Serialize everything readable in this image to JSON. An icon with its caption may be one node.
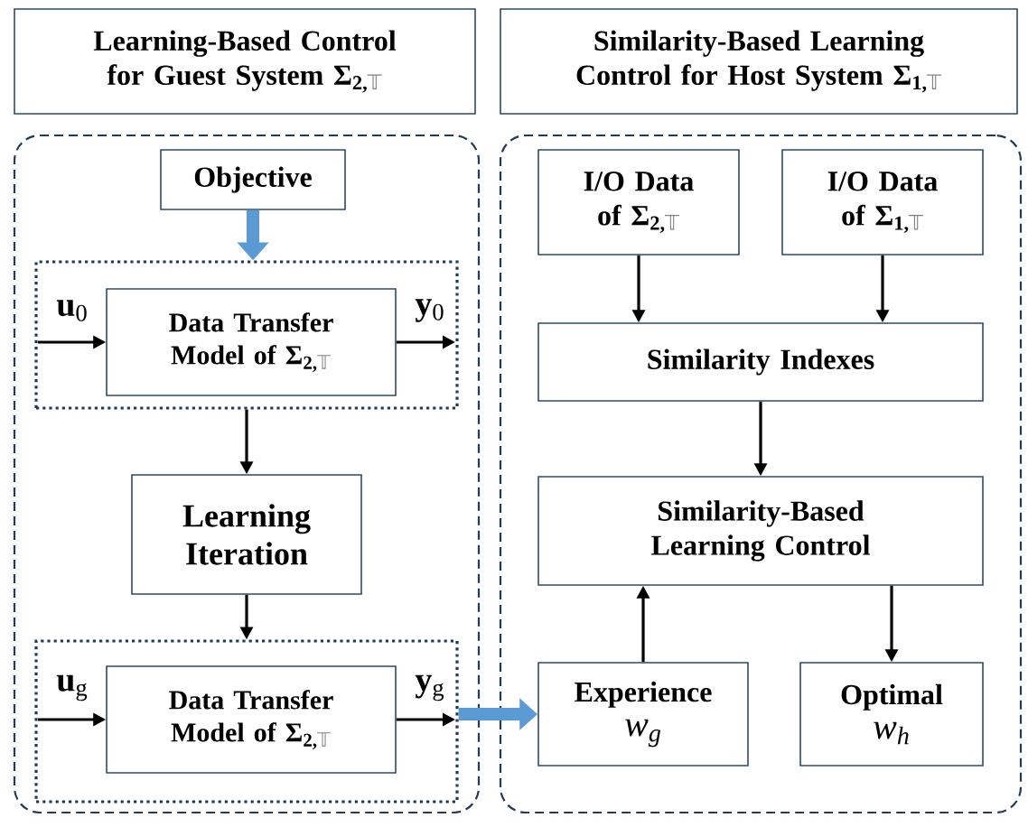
{
  "diagram": {
    "nodes": [
      {
        "text": [
          "Learning-Based Control for Guest System Σ$_{2,𝕋}$"
        ]
      },
      {
        "text": [
          "Similarity-Based Learning Control for Host System Σ$_{1,𝕋}$"
        ]
      },
      {
        "text": [],
        "shape": "box"
      },
      {
        "text": [],
        "shape": "box"
      },
      {
        "text": [
          "Objective"
        ],
        "in": 2
      },
      {
        "text": [],
        "shape": "box",
        "in": 2
      },
      {
        "text": [
          "Data Transfer Model of Σ$_{2,𝕋}$"
        ],
        "in": 5
      },
      {
        "text": [
          "Learning Iteration"
        ],
        "in": 2
      },
      {
        "text": [],
        "shape": "box",
        "in": 2
      },
      {
        "text": [
          "Data Transfer Model of Σ$_{2,𝕋}$"
        ],
        "in": 8
      },
      {
        "text": [
          "I/O Data of Σ$_{2,𝕋}$"
        ],
        "in": 3
      },
      {
        "text": [
          "I/O Data of Σ$_{1,𝕋}$"
        ],
        "in": 3
      },
      {
        "text": [
          "Similarity Indexes"
        ],
        "in": 3
      },
      {
        "text": [
          "Similarity-Based Learning Control"
        ],
        "in": 3
      },
      {
        "text": [
          "Experience",
          "w$_{g}$"
        ],
        "in": 3
      },
      {
        "text": [
          "Optimal",
          "w$_{h}$"
        ],
        "in": 3
      }
    ],
    "edges": [
      {
        "from": 4,
        "to": 5,
        "arrow": "to",
        "style": "thick",
        "color": "#5b9bd5"
      },
      {
        "from": null,
        "to": 6,
        "arrow": "to",
        "label": "**u**$_{0}$"
      },
      {
        "from": 6,
        "to": null,
        "arrow": "to",
        "label": "**y**$_{0}$"
      },
      {
        "from": 5,
        "to": 7,
        "arrow": "to"
      },
      {
        "from": 7,
        "to": 8,
        "arrow": "to"
      },
      {
        "from": null,
        "to": 9,
        "arrow": "to",
        "label": "**u**$_{g}$"
      },
      {
        "from": 9,
        "to": null,
        "arrow": "to",
        "label": "**y**$_{g}$"
      },
      {
        "from": 8,
        "to": 14,
        "arrow": "to",
        "style": "thick",
        "color": "#5b9bd5"
      },
      {
        "from": 10,
        "to": 12,
        "arrow": "to"
      },
      {
        "from": 11,
        "to": 12,
        "arrow": "to"
      },
      {
        "from": 12,
        "to": 13,
        "arrow": "to"
      },
      {
        "from": 14,
        "to": 13,
        "arrow": "to"
      },
      {
        "from": 13,
        "to": 15,
        "arrow": "to"
      }
    ]
  }
}
